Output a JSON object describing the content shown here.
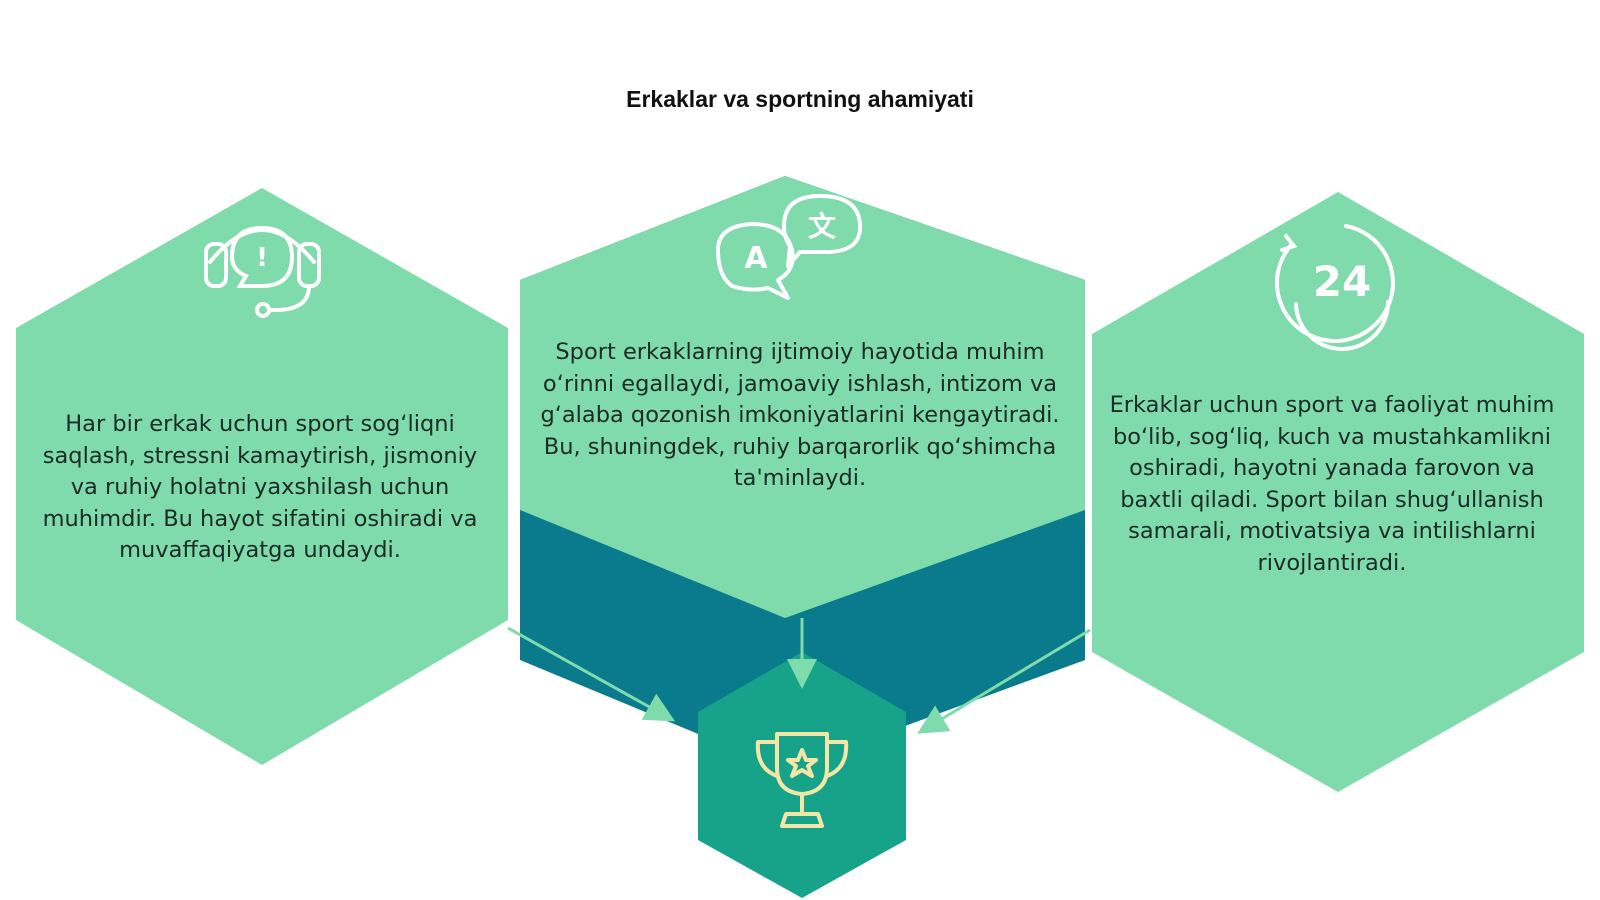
{
  "title": "Erkaklar va sportning ahamiyati",
  "colors": {
    "hexagon_light": "#7fdbab",
    "hexagon_dark": "#0a7a8d",
    "hexagon_bottom": "#17a38a",
    "icon_stroke": "#ffffff",
    "trophy_stroke": "#f3e6a6",
    "text": "#1d2b28"
  },
  "cards": [
    {
      "icon": "headset-chat-icon",
      "text": "Har bir erkak uchun sport sog‘liqni saqlash, stressni kamaytirish, jismoniy va ruhiy holatni yaxshilash uchun muhimdir. Bu hayot sifatini oshiradi va muvaffaqiyatga undaydi."
    },
    {
      "icon": "translate-chat-icon",
      "text": "Sport erkaklarning ijtimoiy hayotida muhim o‘rinni egallaydi, jamoaviy ishlash, intizom va g‘alaba qozonish imkoniyatlarini kengaytiradi. Bu, shuningdek, ruhiy barqarorlik qo‘shimcha ta'minlaydi."
    },
    {
      "icon": "clock-24-icon",
      "text": "Erkaklar uchun sport va faoliyat muhim bo‘lib, sog‘liq, kuch va mustahkamlikni oshiradi, hayotni yanada farovon va baxtli qiladi. Sport bilan shug‘ullanish samarali, motivatsiya va intilishlarni rivojlantiradi."
    }
  ],
  "goal": {
    "icon": "trophy-icon"
  },
  "icon_glyphs": {
    "headset_bubble": "!",
    "translate_a": "A",
    "translate_b": "文",
    "clock": "24"
  }
}
